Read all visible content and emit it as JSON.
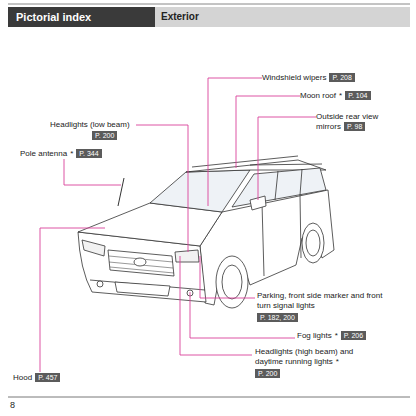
{
  "diagram": {
    "title": "Pictorial index",
    "nodes": [
      {
        "text": [
          "Exterior"
        ]
      },
      {
        "text": [
          "P. 208"
        ]
      },
      {
        "text": [
          "P. 104"
        ]
      },
      {
        "text": [
          "P. 98"
        ]
      },
      {
        "text": [
          "P. 200"
        ]
      },
      {
        "text": [
          "P. 344"
        ]
      },
      {
        "text": [
          "P. 182, 200"
        ]
      },
      {
        "text": [
          "P. 206"
        ]
      },
      {
        "text": [
          "P. 200"
        ]
      },
      {
        "text": [
          "P. 457"
        ]
      }
    ],
    "labels": [
      "Windshield wipers",
      "Moon roof",
      "*",
      "Outside rear view mirrors",
      "Headlights (low beam)",
      "Pole antenna",
      "*",
      "Parking, front side marker and front turn signal lights",
      "Fog lights",
      "*",
      "Headlights (high beam) and daytime running lights",
      "*",
      "Hood",
      "8"
    ]
  }
}
